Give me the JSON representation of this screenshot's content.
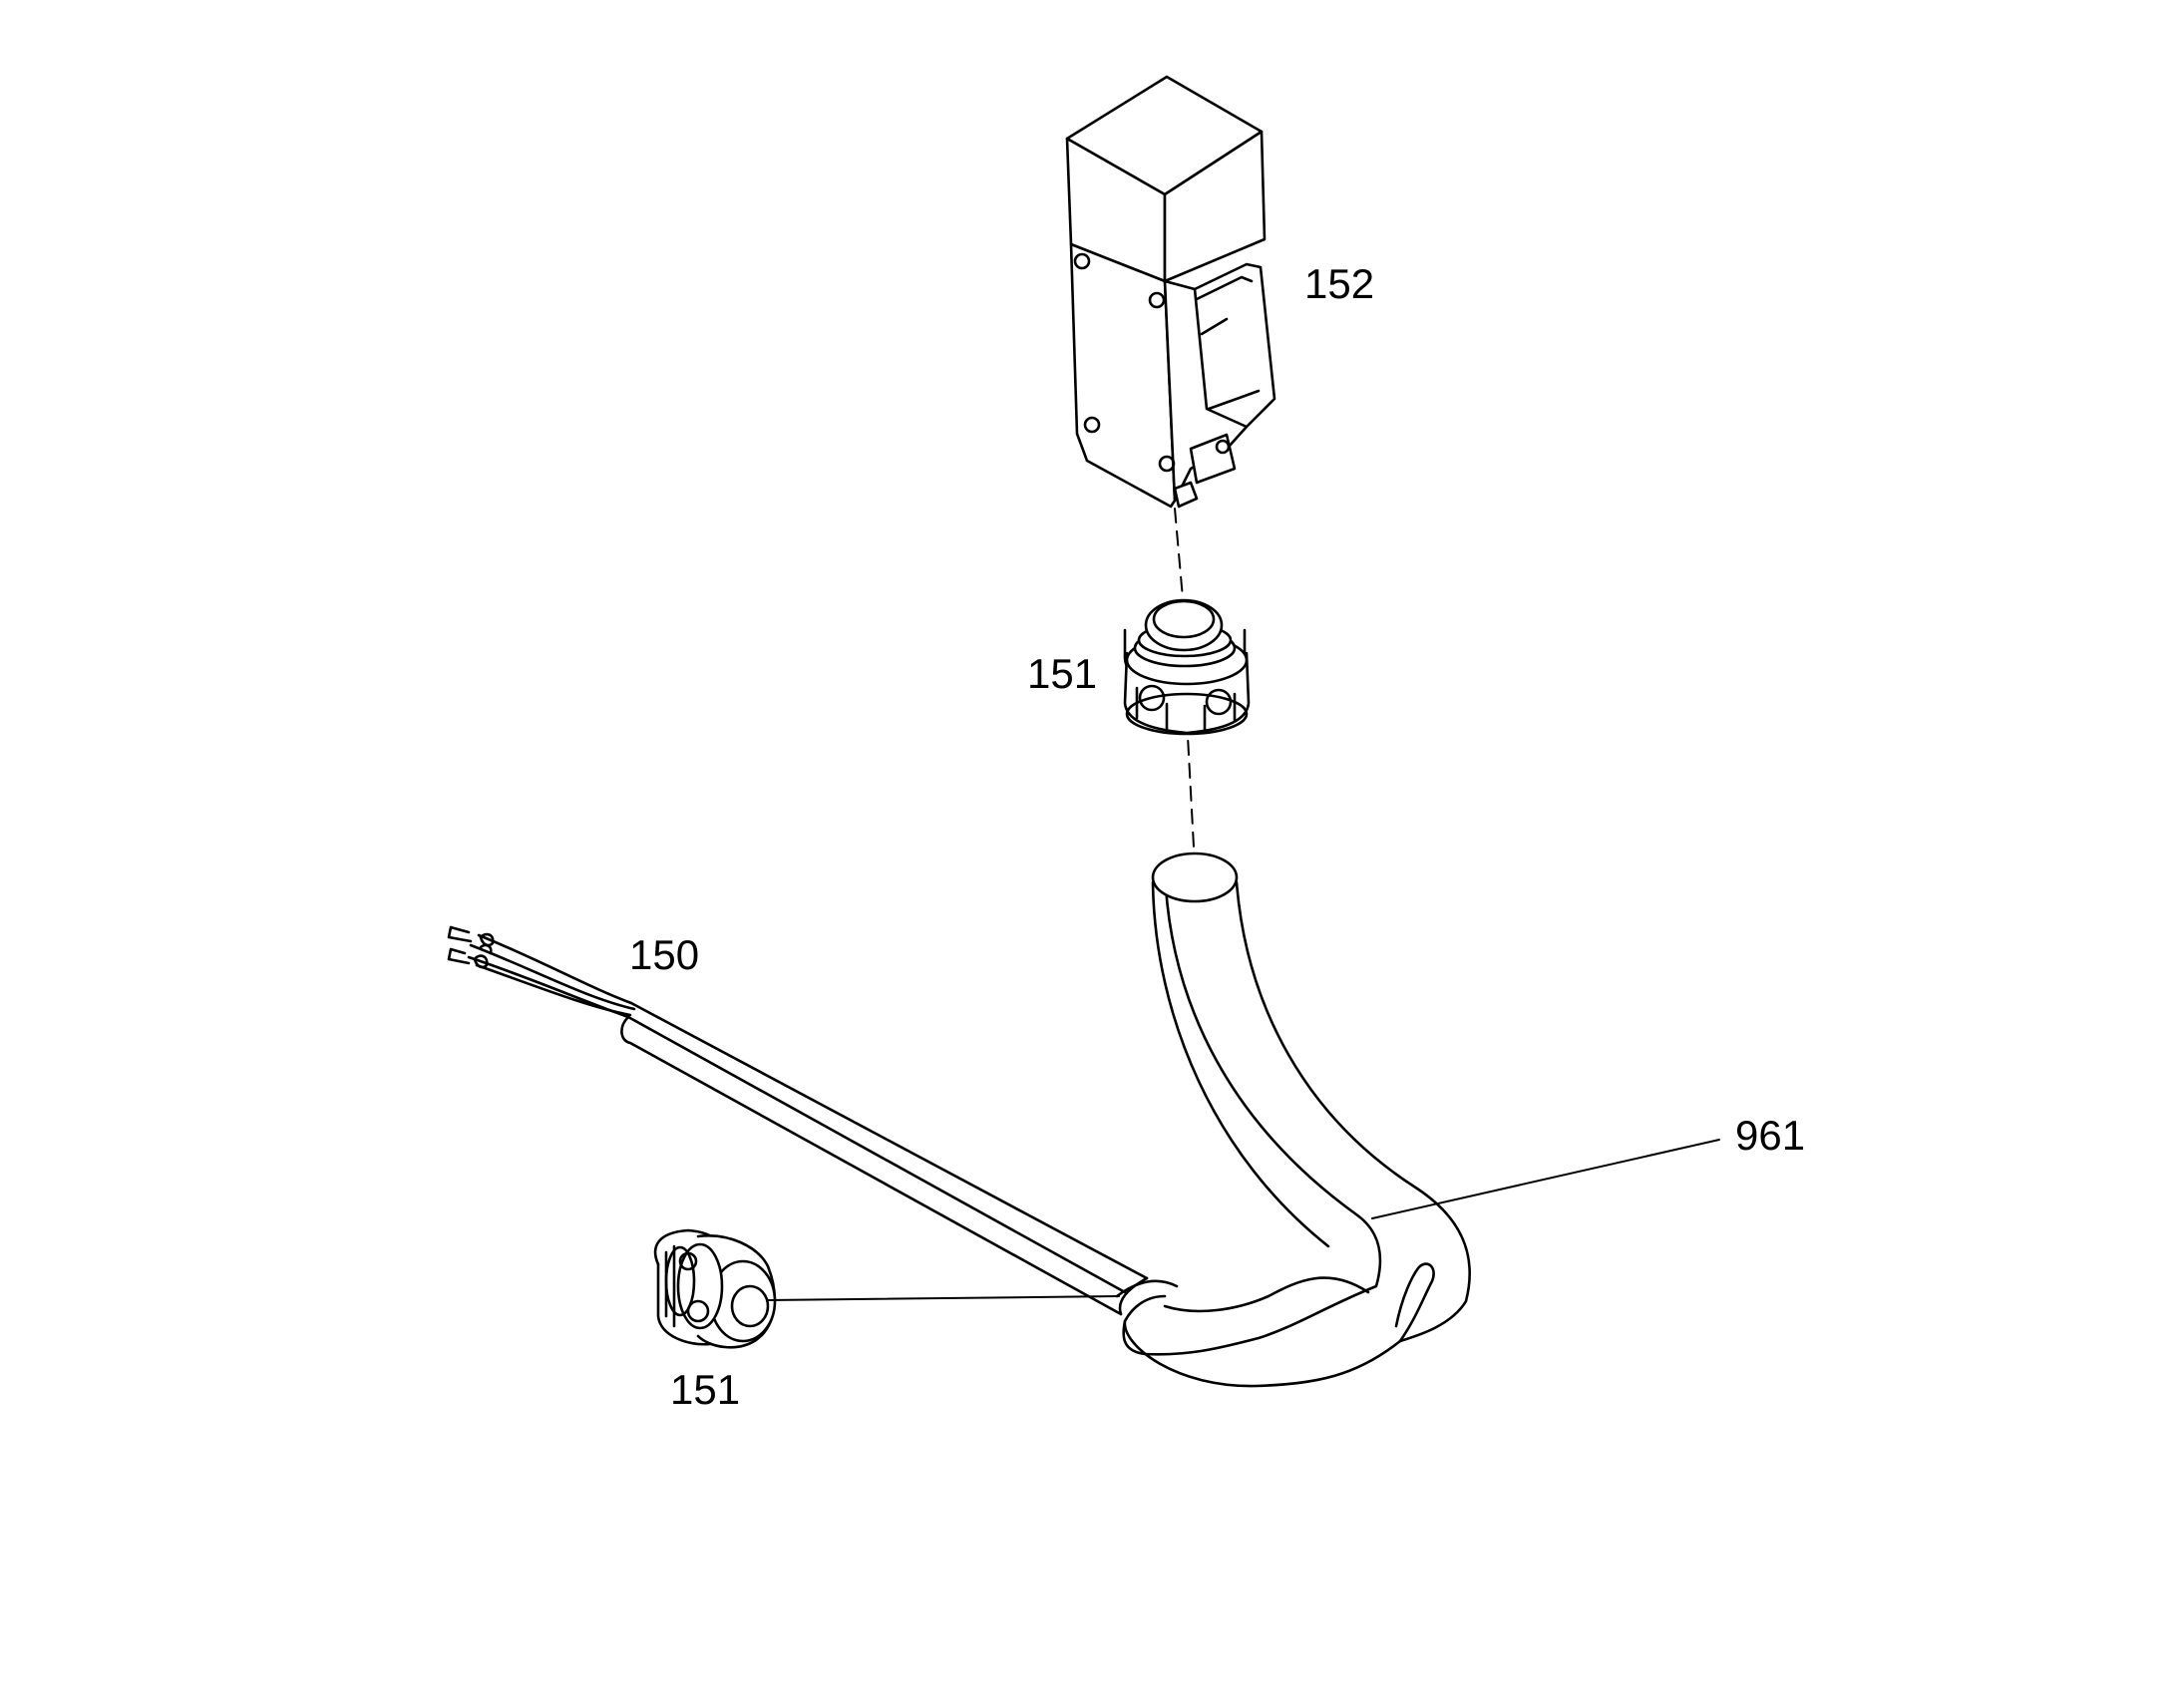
{
  "callouts": {
    "sensor": "152",
    "fitting_top": "151",
    "cable": "150",
    "conduit": "961",
    "fitting_bottom": "151"
  }
}
